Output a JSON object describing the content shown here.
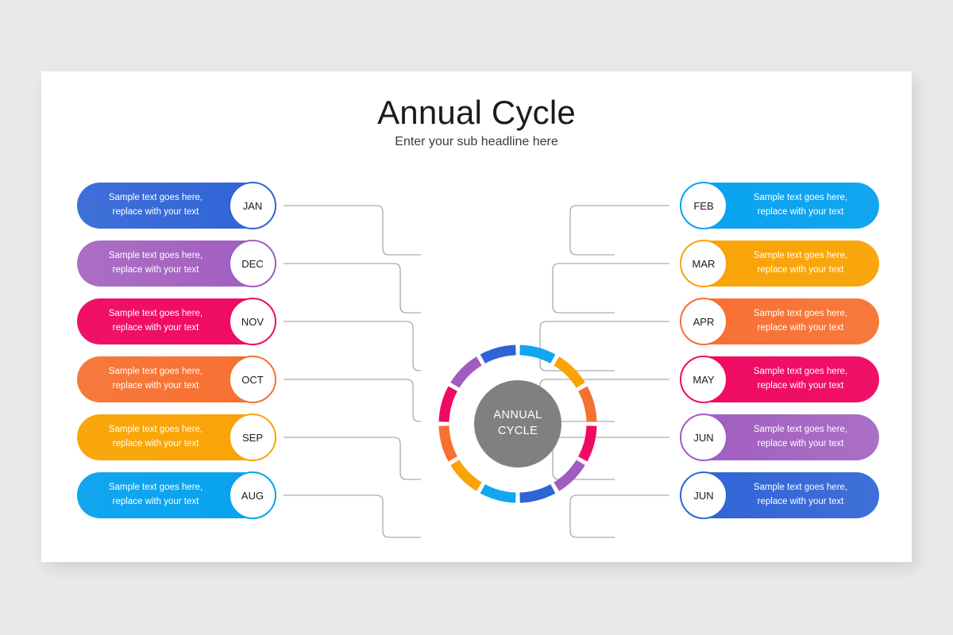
{
  "slide": {
    "title": "Annual Cycle",
    "subtitle": "Enter your sub headline here",
    "background_color": "#e9e9ea",
    "card_color": "#ffffff"
  },
  "hub": {
    "line1": "ANNUAL",
    "line2": "CYCLE",
    "color": "#808080",
    "text_color": "#ffffff"
  },
  "body_text": {
    "line1": "Sample text goes here,",
    "line2": "replace with your text"
  },
  "left_items": [
    {
      "label": "JAN",
      "color_from": "#3f6fd8",
      "color_to": "#2f63d6",
      "ring_color": "#2f63d6"
    },
    {
      "label": "DEC",
      "color_from": "#ab6fc4",
      "color_to": "#a05cc0",
      "ring_color": "#a05cc0"
    },
    {
      "label": "NOV",
      "color_from": "#ef1168",
      "color_to": "#ef0a62",
      "ring_color": "#ef0a62"
    },
    {
      "label": "OCT",
      "color_from": "#f7793d",
      "color_to": "#f76f31",
      "ring_color": "#f76f31"
    },
    {
      "label": "SEP",
      "color_from": "#f9a70d",
      "color_to": "#f9a307",
      "ring_color": "#f9a307"
    },
    {
      "label": "AUG",
      "color_from": "#12a6ef",
      "color_to": "#07a2ef",
      "ring_color": "#07a2ef"
    }
  ],
  "right_items": [
    {
      "label": "FEB",
      "color_from": "#12a6ef",
      "color_to": "#07a2ef",
      "ring_color": "#07a2ef"
    },
    {
      "label": "MAR",
      "color_from": "#f9a70d",
      "color_to": "#f9a307",
      "ring_color": "#f9a307"
    },
    {
      "label": "APR",
      "color_from": "#f7793d",
      "color_to": "#f76f31",
      "ring_color": "#f76f31"
    },
    {
      "label": "MAY",
      "color_from": "#ef1168",
      "color_to": "#ef0a62",
      "ring_color": "#ef0a62"
    },
    {
      "label": "JUN",
      "color_from": "#ab6fc4",
      "color_to": "#a05cc0",
      "ring_color": "#a05cc0"
    },
    {
      "label": "JUN",
      "color_from": "#3f6fd8",
      "color_to": "#2f63d6",
      "ring_color": "#2f63d6"
    }
  ],
  "ring_segments": [
    {
      "color": "#12a6ef"
    },
    {
      "color": "#f9a307"
    },
    {
      "color": "#f76f31"
    },
    {
      "color": "#ef0a62"
    },
    {
      "color": "#a05cc0"
    },
    {
      "color": "#2f63d6"
    },
    {
      "color": "#12a6ef"
    },
    {
      "color": "#f9a307"
    },
    {
      "color": "#f76f31"
    },
    {
      "color": "#ef0a62"
    },
    {
      "color": "#a05cc0"
    },
    {
      "color": "#2f63d6"
    }
  ],
  "connector": {
    "color": "#9a9a9a"
  }
}
